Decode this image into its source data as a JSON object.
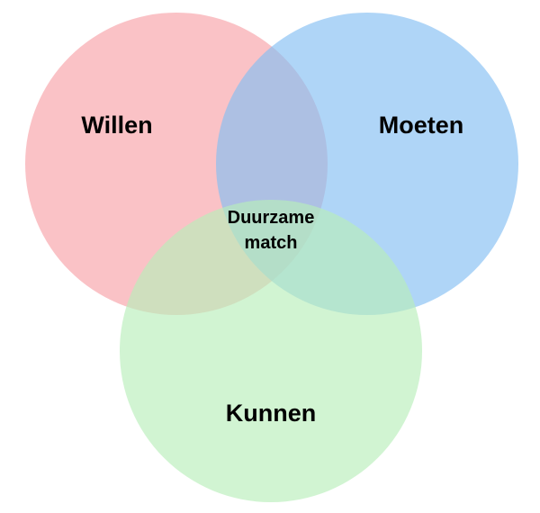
{
  "diagram": {
    "type": "venn",
    "sets": [
      {
        "label": "Willen",
        "color": "#f7a1a8",
        "opacity": 0.65
      },
      {
        "label": "Moeten",
        "color": "#84bff2",
        "opacity": 0.65
      },
      {
        "label": "Kunnen",
        "color": "#b9eeba",
        "opacity": 0.65
      }
    ],
    "intersection": {
      "line1": "Duurzame",
      "line2": "match"
    }
  }
}
